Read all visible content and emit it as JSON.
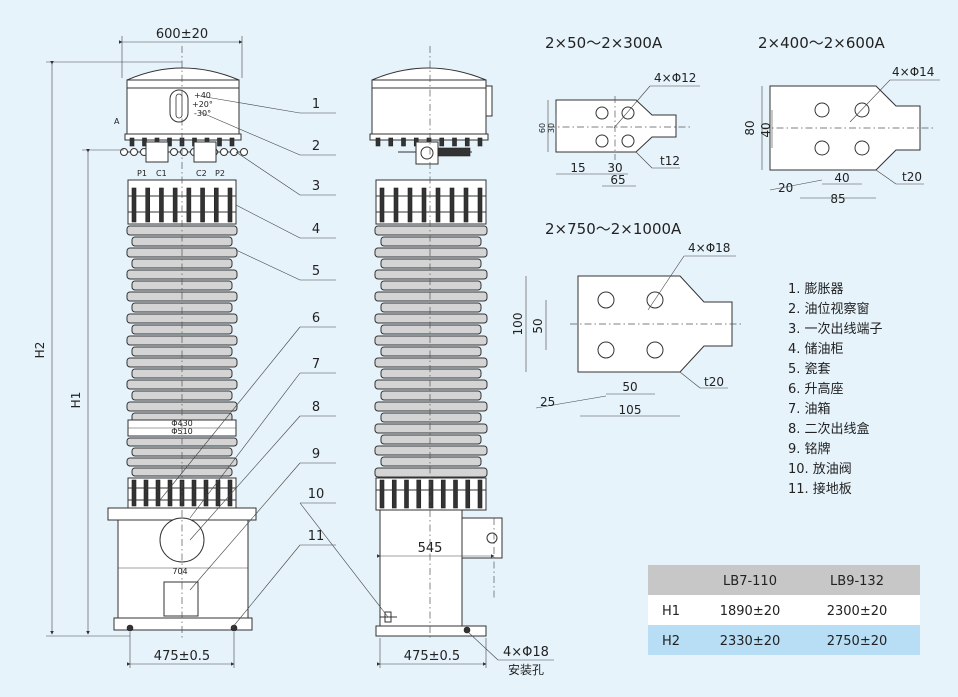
{
  "front": {
    "width_dim": "600±20",
    "oil_marks": [
      "+40",
      "+20°",
      "-30°"
    ],
    "label_a": "A",
    "labels": {
      "P1": "P1",
      "C1": "C1",
      "C2": "C2",
      "P2": "P2"
    },
    "phi430": "Φ430",
    "phi510": "Φ510",
    "d704": "704",
    "bottom_dim": "475±0.5",
    "h2_label": "H2",
    "h1_label": "H1"
  },
  "side": {
    "d545": "545",
    "bottom_dim": "475±0.5",
    "holes": "4×Φ18",
    "holes_label": "安装孔"
  },
  "callouts": [
    "1",
    "2",
    "3",
    "4",
    "5",
    "6",
    "7",
    "8",
    "9",
    "10",
    "11"
  ],
  "details": [
    {
      "title": "2×50～2×300A",
      "holes": "4×Φ12",
      "h_outer": "60",
      "h_inner": "30",
      "w1": "15",
      "w2": "30",
      "w3": "65",
      "t": "t12"
    },
    {
      "title": "2×400～2×600A",
      "holes": "4×Φ14",
      "h_outer": "80",
      "h_inner": "40",
      "w1": "40",
      "w2": "85",
      "w3": "20",
      "t": "t20"
    },
    {
      "title": "2×750～2×1000A",
      "holes": "4×Φ18",
      "h_outer": "100",
      "h_inner": "50",
      "w1": "50",
      "w2": "105",
      "w3": "25",
      "t": "t20"
    }
  ],
  "legend": [
    "1. 膨胀器",
    "2. 油位视察窗",
    "3. 一次出线端子",
    "4. 储油柜",
    "5. 瓷套",
    "6. 升高座",
    "7. 油箱",
    "8. 二次出线盒",
    "9. 铭牌",
    "10. 放油阀",
    "11. 接地板"
  ],
  "table": {
    "columns": [
      "",
      "LB7-110",
      "LB9-132"
    ],
    "rows": [
      [
        "H1",
        "1890±20",
        "2300±20"
      ],
      [
        "H2",
        "2330±20",
        "2750±20"
      ]
    ]
  }
}
